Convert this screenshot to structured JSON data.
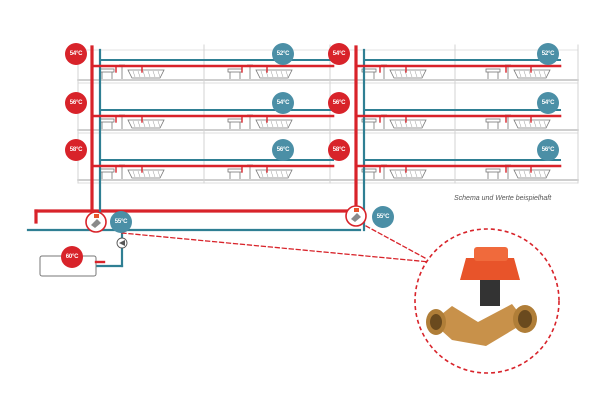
{
  "caption": "Schema und Werte beispielhaft",
  "colors": {
    "hot": "#d8232a",
    "circulation": "#2f7f93",
    "floor": "#bfbfbf",
    "badge_red": "#d8232a",
    "badge_blue": "#4b8fa6",
    "valve_cap": "#e8542a",
    "valve_body": "#c8914a"
  },
  "buildings": [
    {
      "riser_badges": [
        "54°C",
        "56°C",
        "58°C"
      ],
      "floor_badges": [
        "52°C",
        "54°C",
        "56°C"
      ]
    },
    {
      "riser_badges": [
        "54°C",
        "56°C",
        "58°C"
      ],
      "floor_badges": [
        "52°C",
        "54°C",
        "56°C"
      ]
    }
  ],
  "plant": {
    "boiler_badge": "60°C",
    "return_badge_left": "55°C",
    "return_badge_right": "55°C"
  },
  "icons": {
    "valve_marker": "circulation-valve-icon",
    "pump": "pump-icon",
    "fixtures": [
      "sink-icon",
      "faucet-icon",
      "bathtub-icon"
    ],
    "detail": "valve-photo-icon"
  }
}
